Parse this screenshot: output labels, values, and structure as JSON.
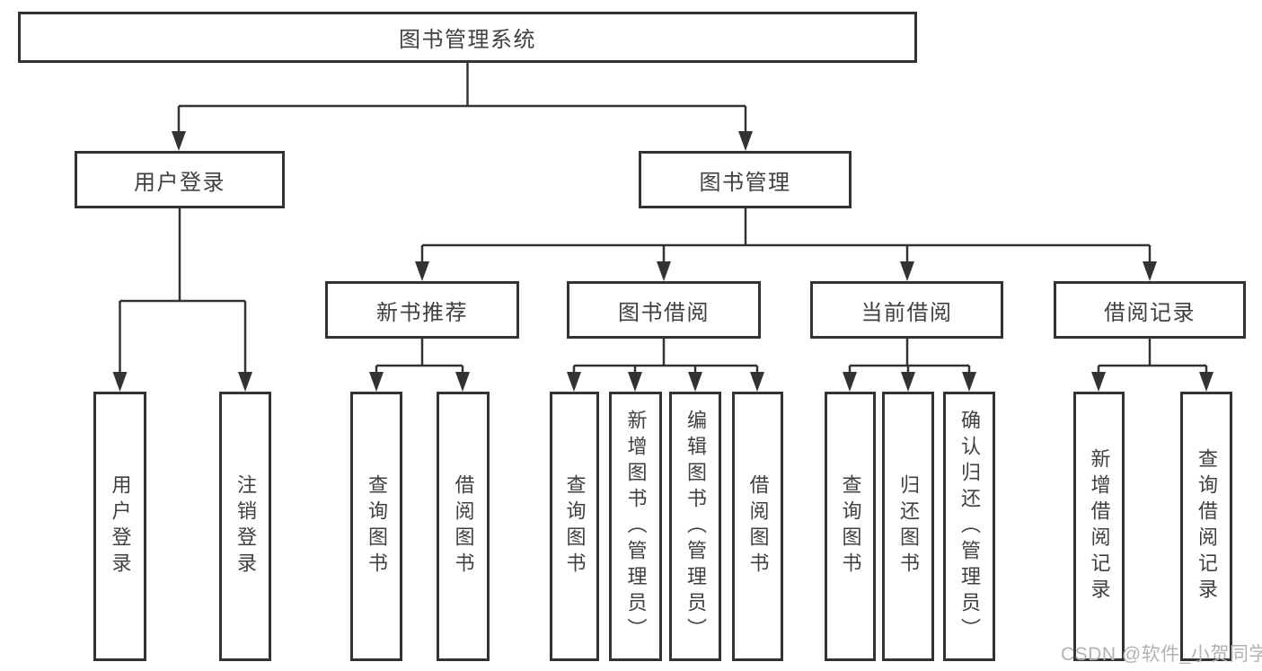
{
  "root": {
    "label": "图书管理系统"
  },
  "branches": {
    "user_login": {
      "label": "用户登录",
      "children": {
        "login": {
          "label": "用户登录"
        },
        "logout": {
          "label": "注销登录"
        }
      }
    },
    "book_management": {
      "label": "图书管理",
      "sections": {
        "new_book_recommend": {
          "label": "新书推荐",
          "children": {
            "query_books": {
              "label": "查询图书"
            },
            "borrow_books": {
              "label": "借阅图书"
            }
          }
        },
        "book_borrowing": {
          "label": "图书借阅",
          "children": {
            "query_books": {
              "label": "查询图书"
            },
            "add_books": {
              "label": "新增图书（管理员）"
            },
            "edit_books": {
              "label": "编辑图书（管理员）"
            },
            "borrow_books": {
              "label": "借阅图书"
            }
          }
        },
        "current_borrowing": {
          "label": "当前借阅",
          "children": {
            "query_books": {
              "label": "查询图书"
            },
            "return_books": {
              "label": "归还图书"
            },
            "confirm_return": {
              "label": "确认归还（管理员）"
            }
          }
        },
        "borrowing_records": {
          "label": "借阅记录",
          "children": {
            "add_record": {
              "label": "新增借阅记录"
            },
            "query_record": {
              "label": "查询借阅记录"
            }
          }
        }
      }
    }
  },
  "watermark": {
    "text": "CSDN @软件_小贺同学"
  },
  "colors": {
    "line": "#333333",
    "box_border": "#333333",
    "box_fill": "#ffffff",
    "text": "#404040",
    "watermark": "#b2b2b2",
    "background": "#ffffff"
  }
}
